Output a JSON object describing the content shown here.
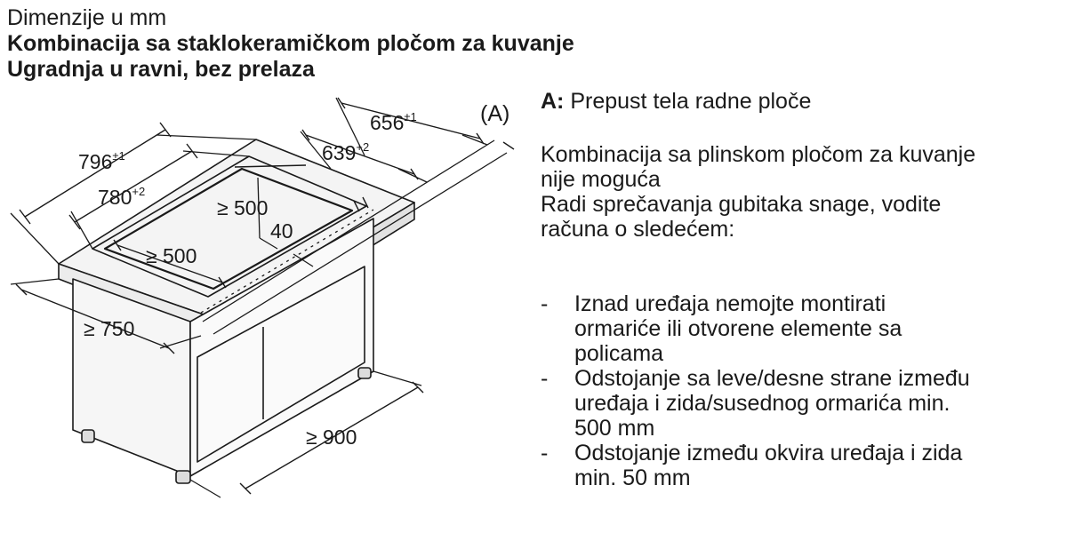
{
  "header": {
    "line1": "Dimenzije u mm",
    "line2": "Kombinacija sa staklokeramičkom pločom za kuvanje",
    "line3": "Ugradnja u ravni, bez prelaza"
  },
  "diagram": {
    "dims": {
      "d656": "656",
      "d639": "639",
      "d796": "796",
      "d780": "780",
      "d500a": "≥ 500",
      "d500b": "≥ 500",
      "d40": "40",
      "d750": "≥ 750",
      "d900": "≥ 900",
      "tol1a": "±1",
      "tol1b": "±1",
      "tol2a": "+2",
      "tol2b": "+2"
    },
    "label_a": "(A)"
  },
  "notes": {
    "legend_key": "A:",
    "legend_text": "Prepust tela radne ploče",
    "para1_line1": "Kombinacija sa plinskom pločom za kuvanje",
    "para1_line2": "nije moguća",
    "para2_line1": "Radi sprečavanja gubitaka snage, vodite",
    "para2_line2": "računa o sledećem:",
    "dash": "-",
    "items": [
      {
        "l1": "Iznad uređaja nemojte montirati",
        "l2": "ormariće ili otvorene elemente sa",
        "l3": "policama"
      },
      {
        "l1": "Odstojanje sa leve/desne strane između",
        "l2": "uređaja i zida/susednog ormarića min.",
        "l3": "500 mm"
      },
      {
        "l1": "Odstojanje između okvira uređaja i zida",
        "l2": "min. 50 mm"
      }
    ]
  }
}
